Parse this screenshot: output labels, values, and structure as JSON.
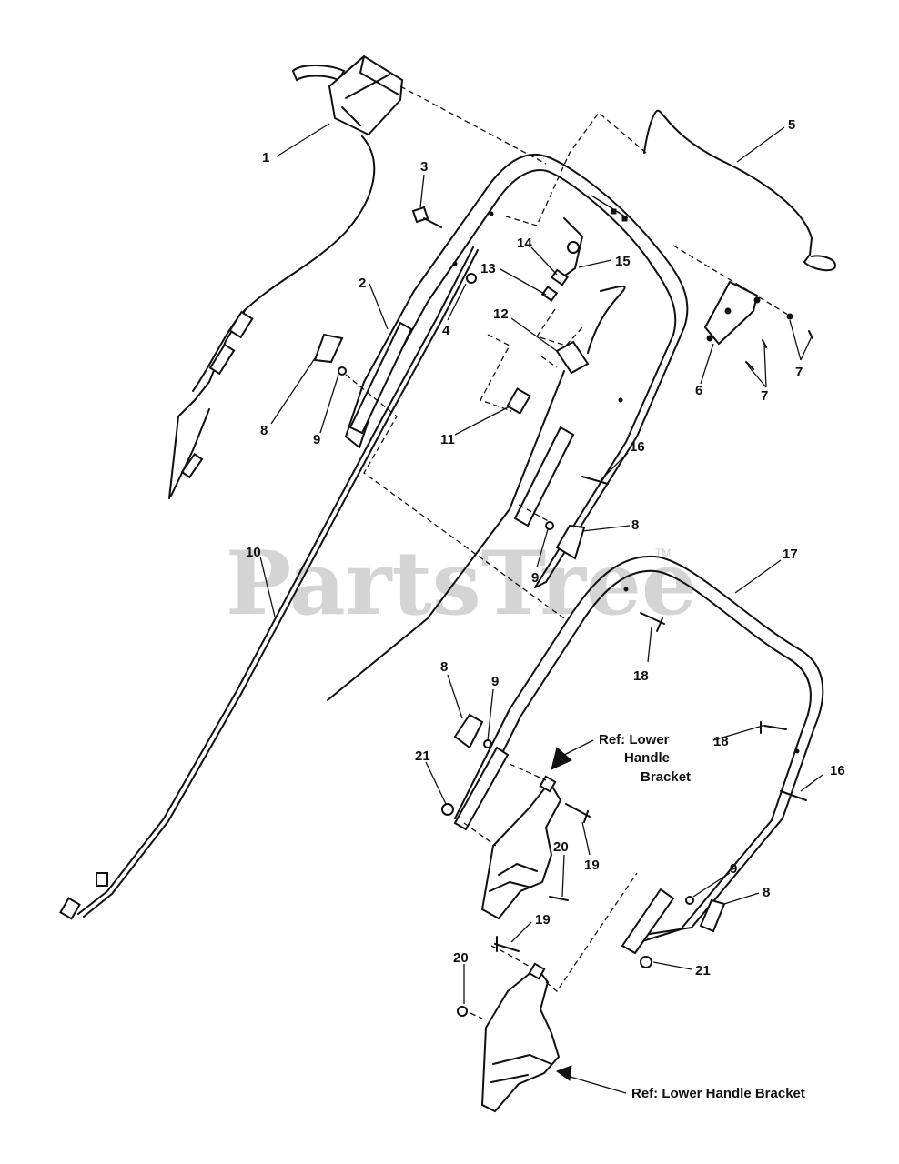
{
  "watermark": {
    "text": "PartsTree",
    "tm": "TM"
  },
  "references": {
    "upper_ref_line1": "Ref: Lower",
    "upper_ref_line2": "Handle",
    "upper_ref_line3": "Bracket",
    "lower_ref": "Ref: Lower Handle Bracket"
  },
  "callouts": {
    "c1": "1",
    "c2": "2",
    "c3": "3",
    "c4": "4",
    "c5": "5",
    "c6": "6",
    "c7a": "7",
    "c7b": "7",
    "c8a": "8",
    "c8b": "8",
    "c8c": "8",
    "c8d": "8",
    "c9a": "9",
    "c9b": "9",
    "c9c": "9",
    "c9d": "9",
    "c10": "10",
    "c11": "11",
    "c12": "12",
    "c13": "13",
    "c14": "14",
    "c15": "15",
    "c16a": "16",
    "c16b": "16",
    "c17": "17",
    "c18a": "18",
    "c18b": "18",
    "c19a": "19",
    "c19b": "19",
    "c20a": "20",
    "c20b": "20",
    "c21a": "21",
    "c21b": "21"
  }
}
